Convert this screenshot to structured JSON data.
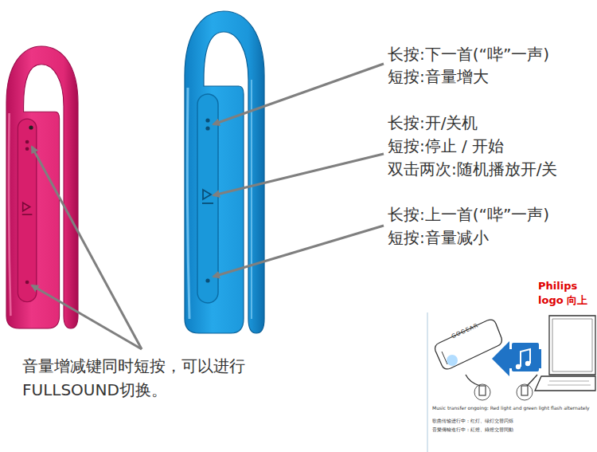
{
  "diagram": {
    "labels": [
      "长按:下一首(“哔”一声)",
      "短按:音量增大",
      "长按:开/关机",
      "短按:停止 / 开始",
      "双击两次:随机播放开/关",
      "长按:上一首(“哔”一声)",
      "短按:音量减小",
      "音量增减键同时短按，可以进行 FULLSOUND切换。",
      "Philips logo 向上",
      "GOGEAR",
      "Music transfer ongoing: Red light and green light flash alternately",
      "歌曲传输进行中：红灯、绿灯交替闪烁",
      "音樂傳輸進行中：紅燈、綠燈交替閃動"
    ]
  }
}
